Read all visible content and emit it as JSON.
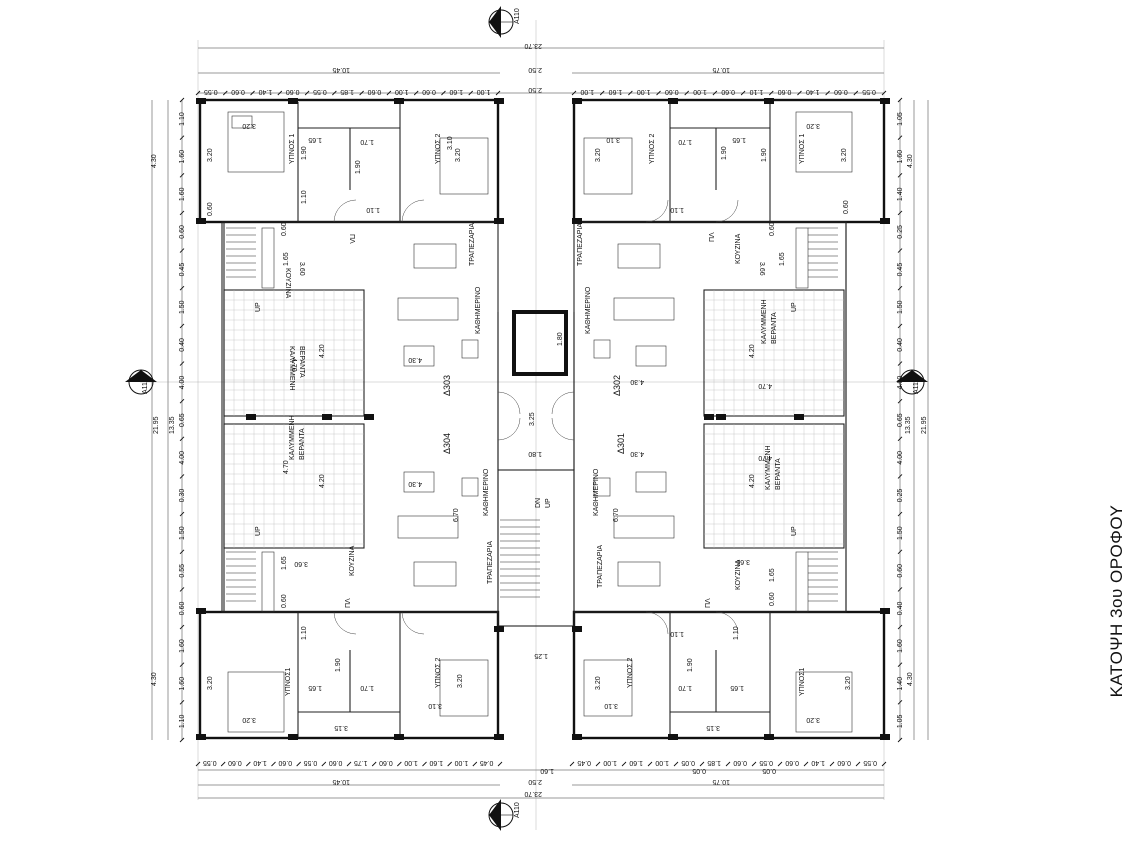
{
  "title": "ΚΑΤΟΨΗ 3ου ΟΡΟΦΟΥ",
  "section_markers": [
    {
      "num": "1",
      "ref": "A110"
    },
    {
      "num": "1",
      "ref": "A110"
    },
    {
      "num": "1",
      "ref": "A111"
    },
    {
      "num": "1",
      "ref": "A111"
    }
  ],
  "overall": {
    "width": "23.70",
    "depth": "21.95",
    "left_half": "10.45",
    "right_half": "10.75",
    "core": "2.50",
    "mid": "13.35",
    "wing": "4.30"
  },
  "top_dims_left": [
    "0.55",
    "0.60",
    "1.40",
    "0.60",
    "0.55",
    "1.85",
    "0.60",
    "1.00",
    "0.60",
    "1.60",
    "1.00"
  ],
  "top_dims_right": [
    "1.00",
    "1.60",
    "1.00",
    "0.60",
    "1.00",
    "0.60",
    "1.10",
    "0.60",
    "1.40",
    "0.60",
    "0.55"
  ],
  "bottom_dims_left": [
    "0.55",
    "0.60",
    "1.40",
    "0.60",
    "0.55",
    "0.60",
    "1.75",
    "0.60",
    "1.00",
    "1.60",
    "1.00",
    "0.45"
  ],
  "bottom_dims_right": [
    "0.45",
    "1.00",
    "1.60",
    "1.00",
    "0.05",
    "1.85",
    "0.60",
    "0.55",
    "0.60",
    "1.40",
    "0.60",
    "0.55"
  ],
  "bottom_extra": [
    "0.05",
    "0.05",
    "1.60"
  ],
  "side_dims_left": [
    "1.10",
    "1.60",
    "1.60",
    "0.60",
    "0.45",
    "1.50",
    "0.40",
    "4.00",
    "0.65",
    "4.00",
    "0.30",
    "1.50",
    "0.55",
    "0.60",
    "1.60",
    "1.60",
    "1.10"
  ],
  "side_dims_right": [
    "1.05",
    "1.60",
    "1.40",
    "0.25",
    "0.45",
    "1.50",
    "0.40",
    "4.00",
    "0.65",
    "4.00",
    "0.25",
    "1.50",
    "0.60",
    "0.40",
    "1.60",
    "1.40",
    "1.05"
  ],
  "apartments": [
    {
      "id": "Δ303"
    },
    {
      "id": "Δ302"
    },
    {
      "id": "Δ304"
    },
    {
      "id": "Δ301"
    }
  ],
  "rooms": {
    "bedroom1": "ΥΠΝΟΣ 1",
    "bedroom2": "ΥΠΝΟΣ 2",
    "bedroom1b": "ΥΠΝΟΣ1",
    "kitchen": "ΚΟΥΖΙΝΑ",
    "dining": "ΤΡΑΠΕΖΑΡΙΑ",
    "living": "ΚΑΘΗΜΕΡΙΝΟ",
    "veranda1": "ΚΑΛΥΜΜΕΝΗ",
    "veranda2": "ΒΕΡΑΝΤΑ",
    "pl": "ΠΛ",
    "up": "UP",
    "dn": "DN"
  },
  "room_dims": {
    "bed_w": "3.20",
    "bed_b": "3.10",
    "bath1": "1.65",
    "bath2": "1.70",
    "bath3": "1.90",
    "hall": "1.10",
    "kitchen_a": "0.60",
    "kitchen_b": "1.65",
    "kitchen_c": "3.60",
    "kitchen_d": "3.66",
    "ver_a": "4.70",
    "ver_b": "4.20",
    "liv_a": "4.30",
    "liv_b": "6.70",
    "core_a": "1.80",
    "core_b": "3.25",
    "core_c": "1.25",
    "bot_c": "3.15"
  }
}
